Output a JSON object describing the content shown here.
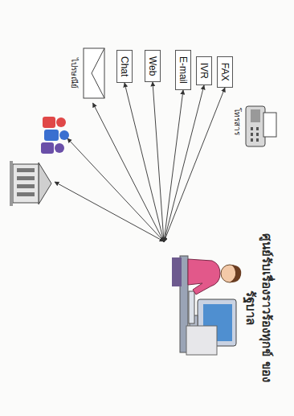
{
  "diagram": {
    "nodes": [
      {
        "text": [
          "ศูนย์รับเรื่องราวร้องทุกข์ ของรัฐบาล"
        ]
      },
      {
        "text": [
          "FAX"
        ]
      },
      {
        "text": [
          "IVR"
        ]
      },
      {
        "text": [
          "E-mail"
        ]
      },
      {
        "text": [
          "Web"
        ]
      },
      {
        "text": [
          "Chat"
        ]
      },
      {
        "text": [
          "ไปรษณีย์"
        ]
      }
    ],
    "edges": [
      {
        "from": 0,
        "to": 1,
        "arrow": "both"
      },
      {
        "from": 0,
        "to": 2,
        "arrow": "both"
      },
      {
        "from": 0,
        "to": 3,
        "arrow": "both"
      },
      {
        "from": 0,
        "to": 4,
        "arrow": "both"
      },
      {
        "from": 0,
        "to": 5,
        "arrow": "both"
      },
      {
        "from": 0,
        "to": 6,
        "arrow": "both"
      }
    ],
    "labels": [
      "โทรสาร"
    ]
  }
}
